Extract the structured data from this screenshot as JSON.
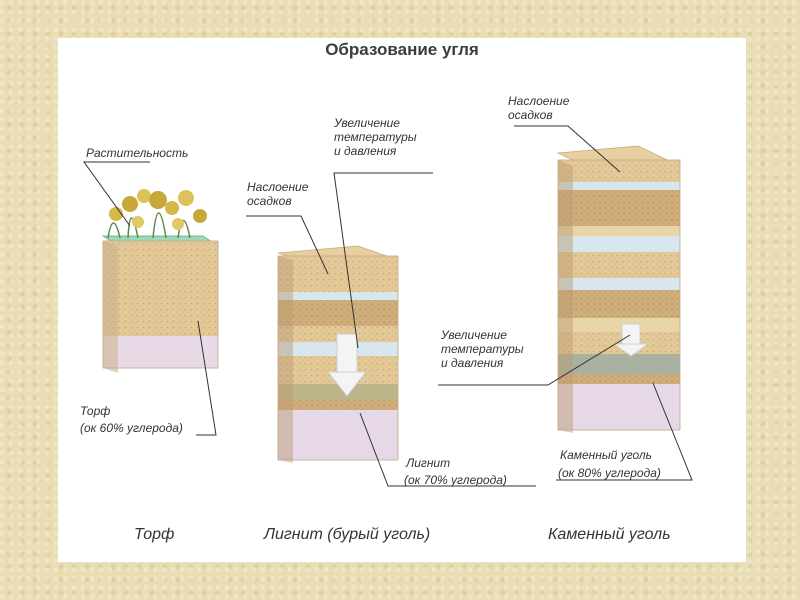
{
  "title": "Образование угля",
  "labels": {
    "vegetation": "Растительность",
    "sediment_1": "Наслоение\nосадков",
    "pressure_1": "Увеличение\nтемпературы\nи давления",
    "sediment_2": "Наслоение\nосадков",
    "pressure_2": "Увеличение\nтемпературы\nи давления",
    "peat_name": "Торф",
    "peat_carbon": "(ок 60% углерода)",
    "lignite_name": "Лигнит",
    "lignite_carbon": "(ок 70% углерода)",
    "coal_name": "Каменный уголь",
    "coal_carbon": "(ок 80% углерода)"
  },
  "captions": {
    "peat": "Торф",
    "lignite": "Лигнит (бурый уголь)",
    "coal": "Каменный уголь"
  },
  "colors": {
    "background": "#e9ddb4",
    "panel": "#ffffff",
    "sand": "#e2c79a",
    "peat_top": "#9ed6b8",
    "lavender": "#e6d8e6",
    "pale_blue": "#d8e6ee",
    "vegetation": "#c9a83a"
  }
}
